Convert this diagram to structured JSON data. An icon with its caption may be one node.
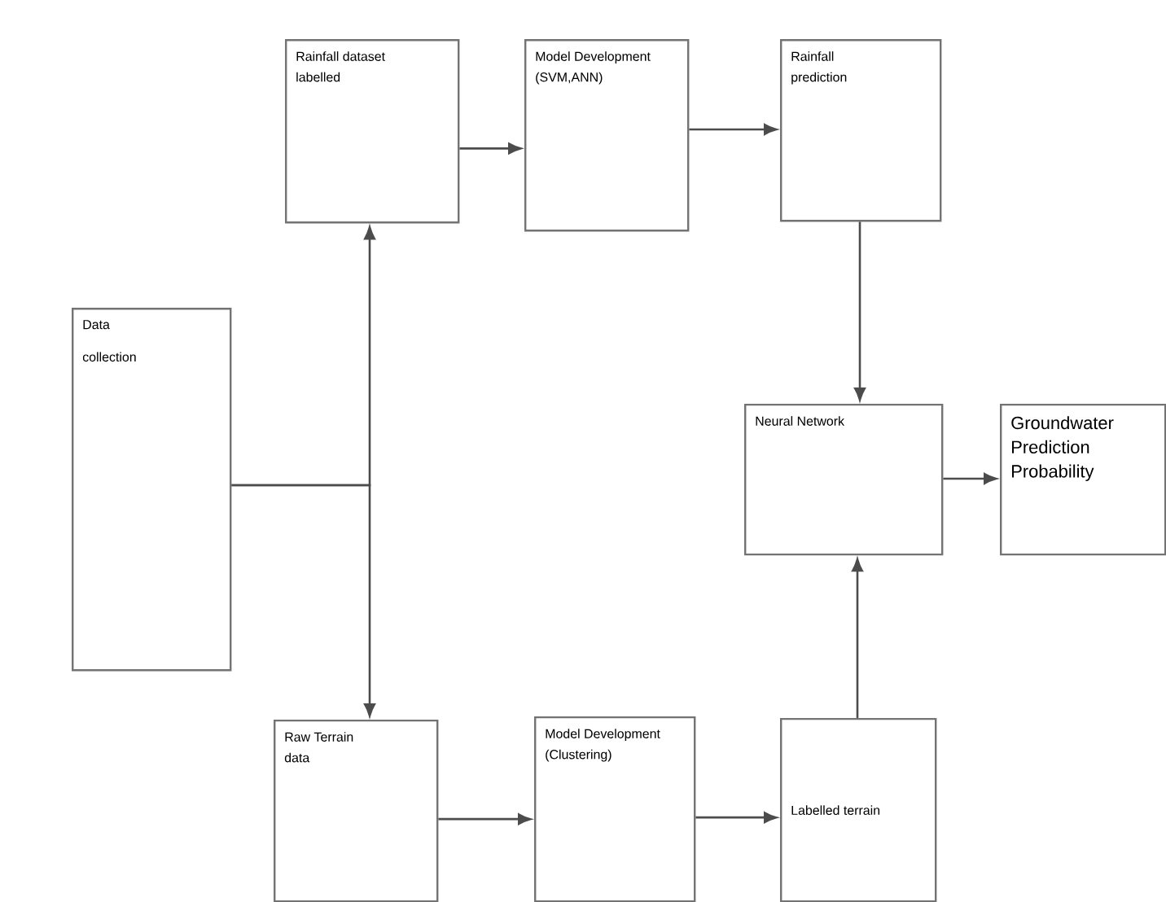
{
  "diagram": {
    "nodes": [
      {
        "text": [
          "Data collection"
        ]
      },
      {
        "text": [
          "Rainfall dataset labelled"
        ]
      },
      {
        "text": [
          "Model Development (SVM,ANN)"
        ]
      },
      {
        "text": [
          "Rainfall prediction"
        ]
      },
      {
        "text": [
          "Neural Network"
        ]
      },
      {
        "text": [
          "Groundwater Prediction Probability"
        ]
      },
      {
        "text": [
          "Raw Terrain data"
        ]
      },
      {
        "text": [
          "Model Development (Clustering)"
        ]
      },
      {
        "text": [
          "Labelled terrain"
        ]
      }
    ],
    "edges": [
      {
        "from": 0,
        "to": 1,
        "arrow": "to"
      },
      {
        "from": 0,
        "to": 6,
        "arrow": "to"
      },
      {
        "from": 1,
        "to": 2,
        "arrow": "to"
      },
      {
        "from": 2,
        "to": 3,
        "arrow": "to"
      },
      {
        "from": 3,
        "to": 4,
        "arrow": "to"
      },
      {
        "from": 4,
        "to": 5,
        "arrow": "to"
      },
      {
        "from": 6,
        "to": 7,
        "arrow": "to"
      },
      {
        "from": 7,
        "to": 8,
        "arrow": "to"
      },
      {
        "from": 8,
        "to": 4,
        "arrow": "to"
      }
    ]
  }
}
